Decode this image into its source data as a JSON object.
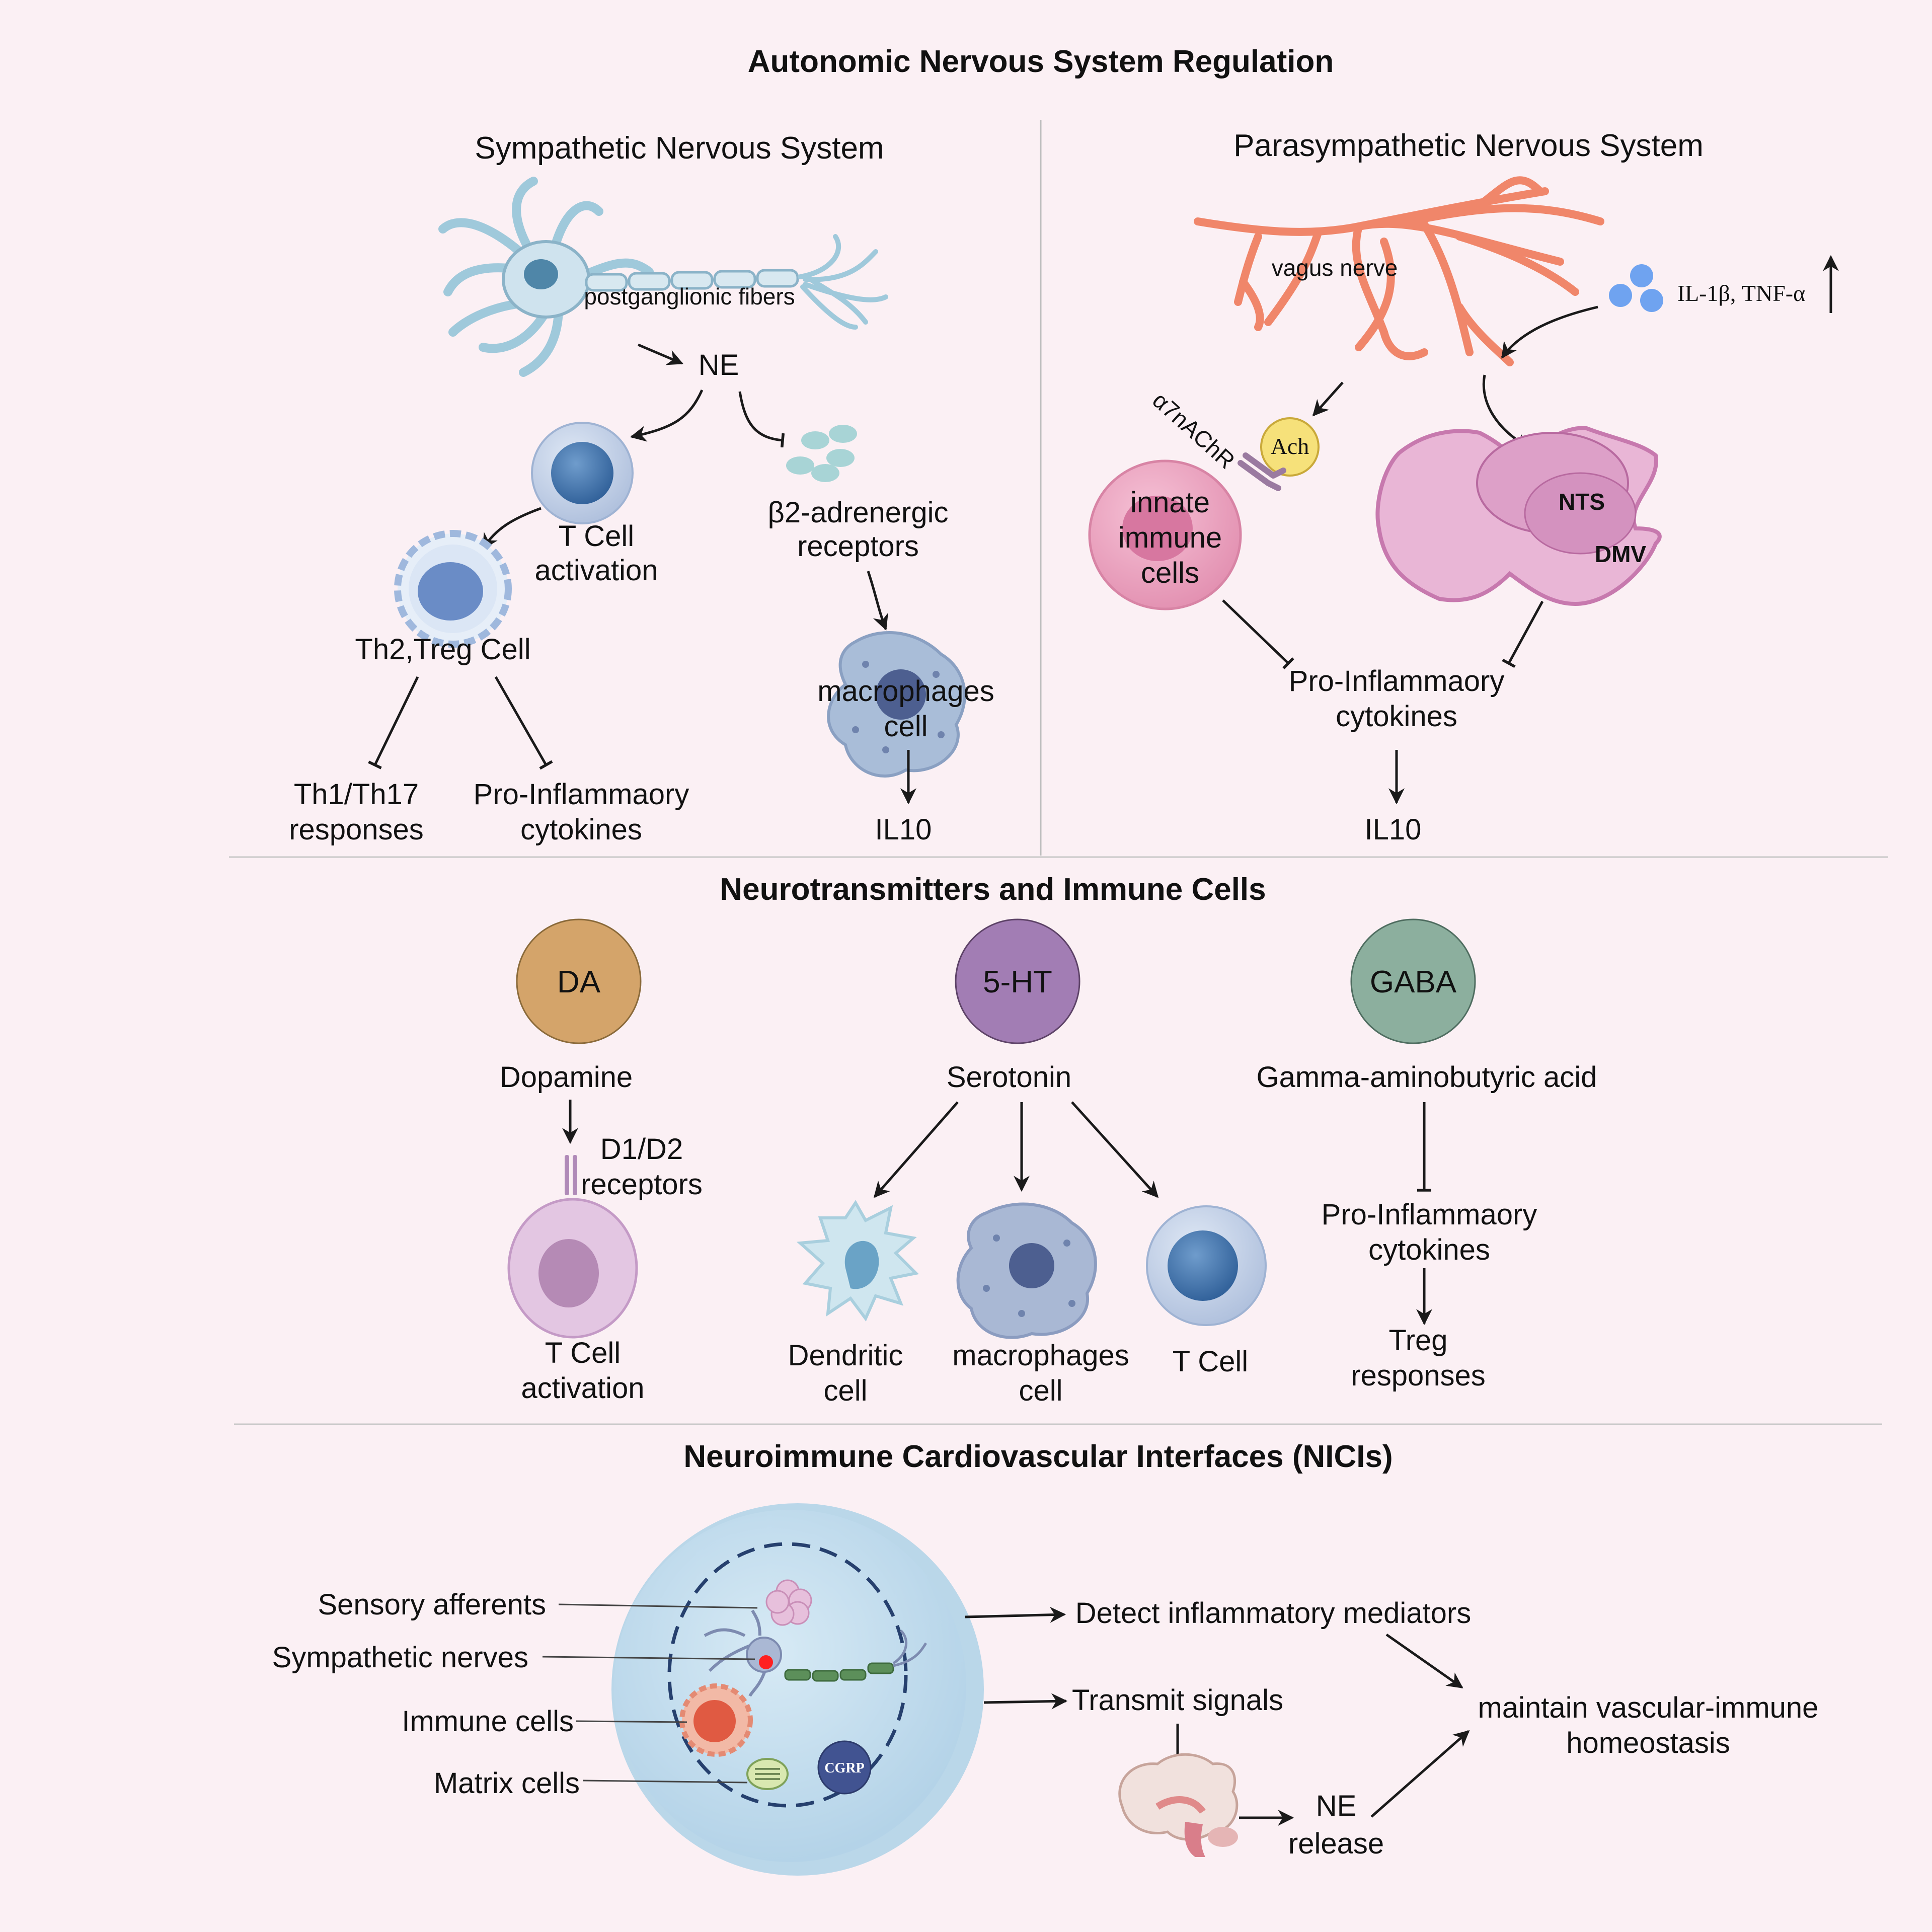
{
  "main_title": "Autonomic Nervous System Regulation",
  "sympathetic": {
    "title": "Sympathetic Nervous System",
    "fibers": "postganglionic fibers",
    "ne": "NE",
    "tcell_line1": "T Cell",
    "tcell_line2": "activation",
    "beta_line1": "β2-adrenergic",
    "beta_line2": "receptors",
    "th2": "Th2,Treg Cell",
    "th1_line1": "Th1/Th17",
    "th1_line2": "responses",
    "proinf_line1": "Pro-Inflammaory",
    "proinf_line2": "cytokines",
    "macro_line1": "macrophages",
    "macro_line2": "cell",
    "il10": "IL10"
  },
  "parasympathetic": {
    "title": "Parasympathetic Nervous System",
    "vagus": "vagus nerve",
    "cytokines": "IL-1β, TNF-α",
    "receptor": "α7nAChR",
    "ach": "Ach",
    "innate_line1": "innate",
    "innate_line2": "immune",
    "innate_line3": "cells",
    "nts": "NTS",
    "dmv": "DMV",
    "proinf_line1": "Pro-Inflammaory",
    "proinf_line2": "cytokines",
    "il10": "IL10"
  },
  "neurotransmitters": {
    "title": "Neurotransmitters and Immune Cells",
    "da": {
      "abbr": "DA",
      "name": "Dopamine",
      "color": "#d4a46a"
    },
    "ht": {
      "abbr": "5-HT",
      "name": "Serotonin",
      "color": "#a27db4"
    },
    "gaba": {
      "abbr": "GABA",
      "name": "Gamma-aminobutyric acid",
      "color": "#8caf9e"
    },
    "d1d2_line1": "D1/D2",
    "d1d2_line2": "receptors",
    "tcell_act_line1": "T Cell",
    "tcell_act_line2": "activation",
    "dendritic_line1": "Dendritic",
    "dendritic_line2": "cell",
    "macro_line1": "macrophages",
    "macro_line2": "cell",
    "tcell": "T Cell",
    "proinf_line1": "Pro-Inflammaory",
    "proinf_line2": "cytokines",
    "treg_line1": "Treg",
    "treg_line2": "responses"
  },
  "nici": {
    "title": "Neuroimmune Cardiovascular Interfaces (NICIs)",
    "sensory": "Sensory afferents",
    "sympathetic": "Sympathetic nerves",
    "immune": "Immune cells",
    "matrix": "Matrix cells",
    "cgrp": "CGRP",
    "detect": "Detect inflammatory mediators",
    "transmit": "Transmit signals",
    "ne_line1": "NE",
    "ne_line2": "release",
    "maintain_line1": "maintain vascular-immune",
    "maintain_line2": "homeostasis"
  }
}
